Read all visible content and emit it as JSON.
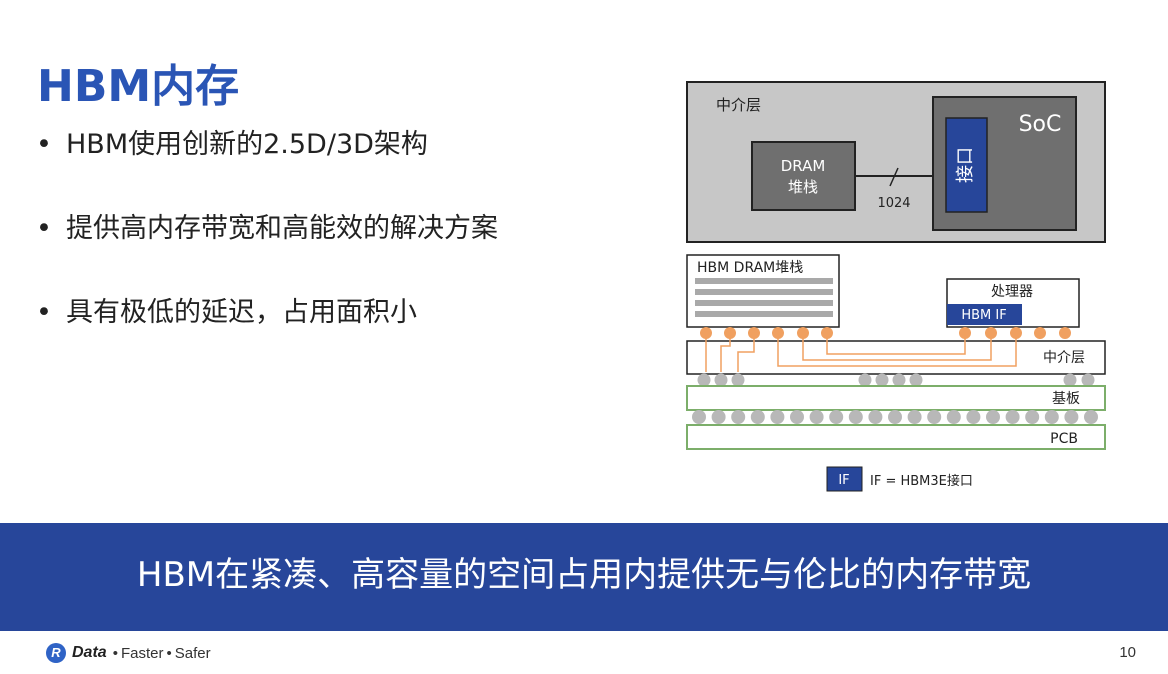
{
  "slide": {
    "title": "HBM内存",
    "bullets": [
      "HBM使用创新的2.5D/3D架构",
      "提供高内存带宽和高能效的解决方案",
      "具有极低的延迟，占用面积小"
    ],
    "bullet_glyph": "•",
    "banner": "HBM在紧凑、高容量的空间占用内提供无与伦比的内存带宽",
    "page_number": "10"
  },
  "footer": {
    "logo_letter": "R",
    "brand": "Data",
    "sep1": "•",
    "word1": "Faster",
    "sep2": "•",
    "word2": "Safer"
  },
  "diagram": {
    "top": {
      "interposer": "中介层",
      "soc": "SoC",
      "dram_line1": "DRAM",
      "dram_line2": "堆栈",
      "interface": "接口",
      "bus_width": "1024"
    },
    "bottom": {
      "dram_stack": "HBM DRAM堆栈",
      "processor": "处理器",
      "hbm_if": "HBM IF",
      "interposer": "中介层",
      "substrate": "基板",
      "pcb": "PCB"
    },
    "legend": {
      "key": "IF",
      "text": "IF = HBM3E接口"
    },
    "colors": {
      "accent_blue": "#27469a",
      "bump_orange": "#f0a060",
      "ball_gray": "#b8b8b8",
      "green": "#7cae6a"
    }
  }
}
